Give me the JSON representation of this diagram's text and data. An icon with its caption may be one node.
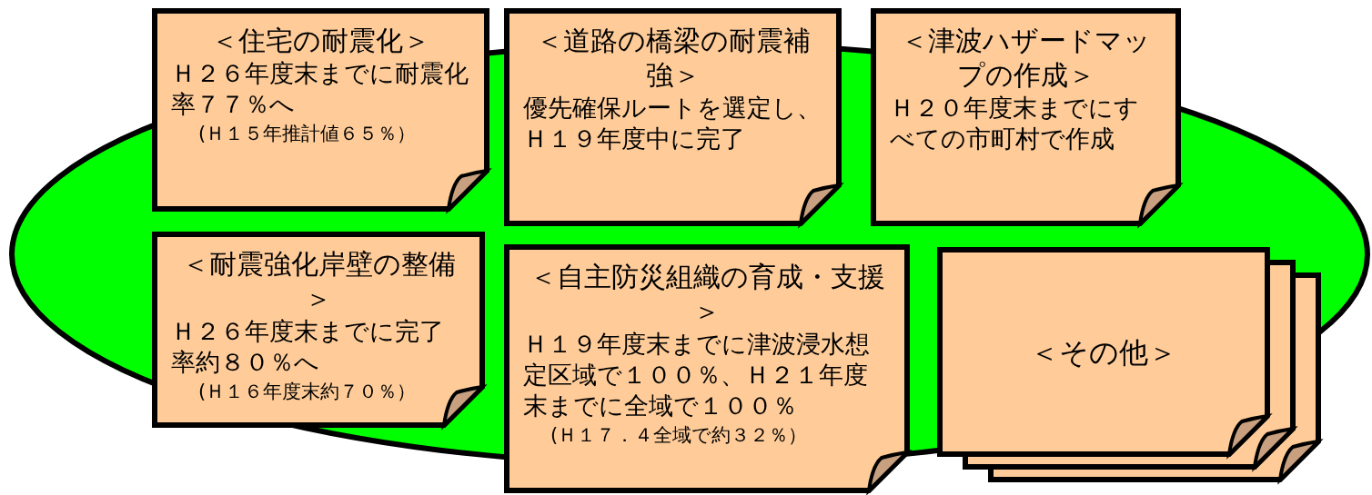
{
  "diagram": {
    "nodes": [
      {
        "text": [
          "＜住宅の耐震化＞",
          "Ｈ２６年度末までに耐震化率７７％へ",
          "(Ｈ１５年推計値６５％）"
        ]
      },
      {
        "text": [
          "＜道路の橋梁の耐震補強＞",
          "優先確保ルートを選定し、Ｈ１９年度中に完了"
        ]
      },
      {
        "text": [
          "＜津波ハザードマップの作成＞",
          "Ｈ２０年度末までにすべての市町村で作成"
        ]
      },
      {
        "text": [
          "＜耐震強化岸壁の整備＞",
          "Ｈ２６年度末までに完了率約８０％へ",
          "(Ｈ１６年度末約７０％）"
        ]
      },
      {
        "text": [
          "＜自主防災組織の育成・支援＞",
          "Ｈ１９年度末までに津波浸水想定区域で１００％、Ｈ２１年度末までに全域で１００％",
          "(Ｈ１７．４全域で約３２％）"
        ]
      },
      {
        "text": [
          "＜その他＞"
        ]
      }
    ]
  }
}
